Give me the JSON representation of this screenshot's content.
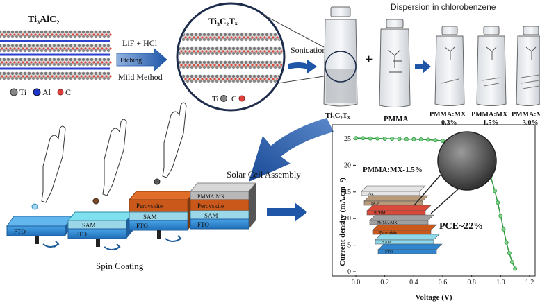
{
  "labels": {
    "ti3alc2": "Ti₃AlC₂",
    "reagent": "LiF + HCl",
    "etching": "Etching",
    "mild_method": "Mild Method",
    "mxene": "Ti₃C₂Tₓ",
    "legend_ti": "Ti",
    "legend_al": "Al",
    "legend_c": "C",
    "legend2_ti": "Ti",
    "legend2_c": "C",
    "sonication": "Sonication",
    "dispersion": "Dispersion in chlorobenzene",
    "bottle_label": "Ti₃C₂Tₓ",
    "pmma": "PMMA",
    "plus": "+",
    "vial1_a": "PMMA:MX",
    "vial1_b": "0.3%",
    "vial2_a": "PMMA:MX",
    "vial2_b": "1.5%",
    "vial3_a": "PMMA:M",
    "vial3_b": "3.0%",
    "solar_cell_assembly": "Solar Cell Assembly",
    "spin_coating": "Spin Coating",
    "stack1_fto": "FTO",
    "stack2_sam": "SAM",
    "stack2_fto": "FTO",
    "stack3_perov": "Perovskite",
    "stack3_sam": "SAM",
    "stack3_fto": "FTO",
    "stack4_pmma": "PMMA:MX",
    "stack4_perov": "Perovskite",
    "stack4_sam": "SAM",
    "stack4_fto": "FTO"
  },
  "chart_data": {
    "type": "line",
    "xlabel": "Voltage (V)",
    "ylabel": "Current density (mA.cm⁻²)",
    "xlim": [
      0,
      1.2
    ],
    "ylim": [
      0,
      25
    ],
    "xticks": [
      "0.0",
      "0.2",
      "0.4",
      "0.6",
      "0.8",
      "1.0",
      "1.2"
    ],
    "yticks": [
      "0",
      "5",
      "10",
      "15",
      "20",
      "25"
    ],
    "inset_label": "PMMA:MX-1.5%",
    "annotation": "PCE~22%",
    "device_layers": [
      "Ag",
      "BCP",
      "PCBM",
      "PMMA:MX",
      "Perovskite",
      "SAM",
      "FTO"
    ],
    "series": [
      {
        "x": [
          0.0,
          0.05,
          0.1,
          0.15,
          0.2,
          0.25,
          0.3,
          0.35,
          0.4,
          0.45,
          0.5,
          0.55,
          0.6,
          0.65,
          0.7,
          0.75,
          0.8,
          0.85,
          0.9,
          0.93,
          0.96,
          0.98,
          1.0,
          1.02,
          1.04,
          1.06,
          1.08,
          1.1
        ],
        "values": [
          25.1,
          25.1,
          25.05,
          25.05,
          25.0,
          25.0,
          24.95,
          24.9,
          24.9,
          24.85,
          24.8,
          24.7,
          24.6,
          24.4,
          24.2,
          23.8,
          23.1,
          22.0,
          20.0,
          18.0,
          15.2,
          13.0,
          10.5,
          8.0,
          5.5,
          3.5,
          1.8,
          0.6
        ],
        "color": "#2e9a3e"
      }
    ]
  }
}
